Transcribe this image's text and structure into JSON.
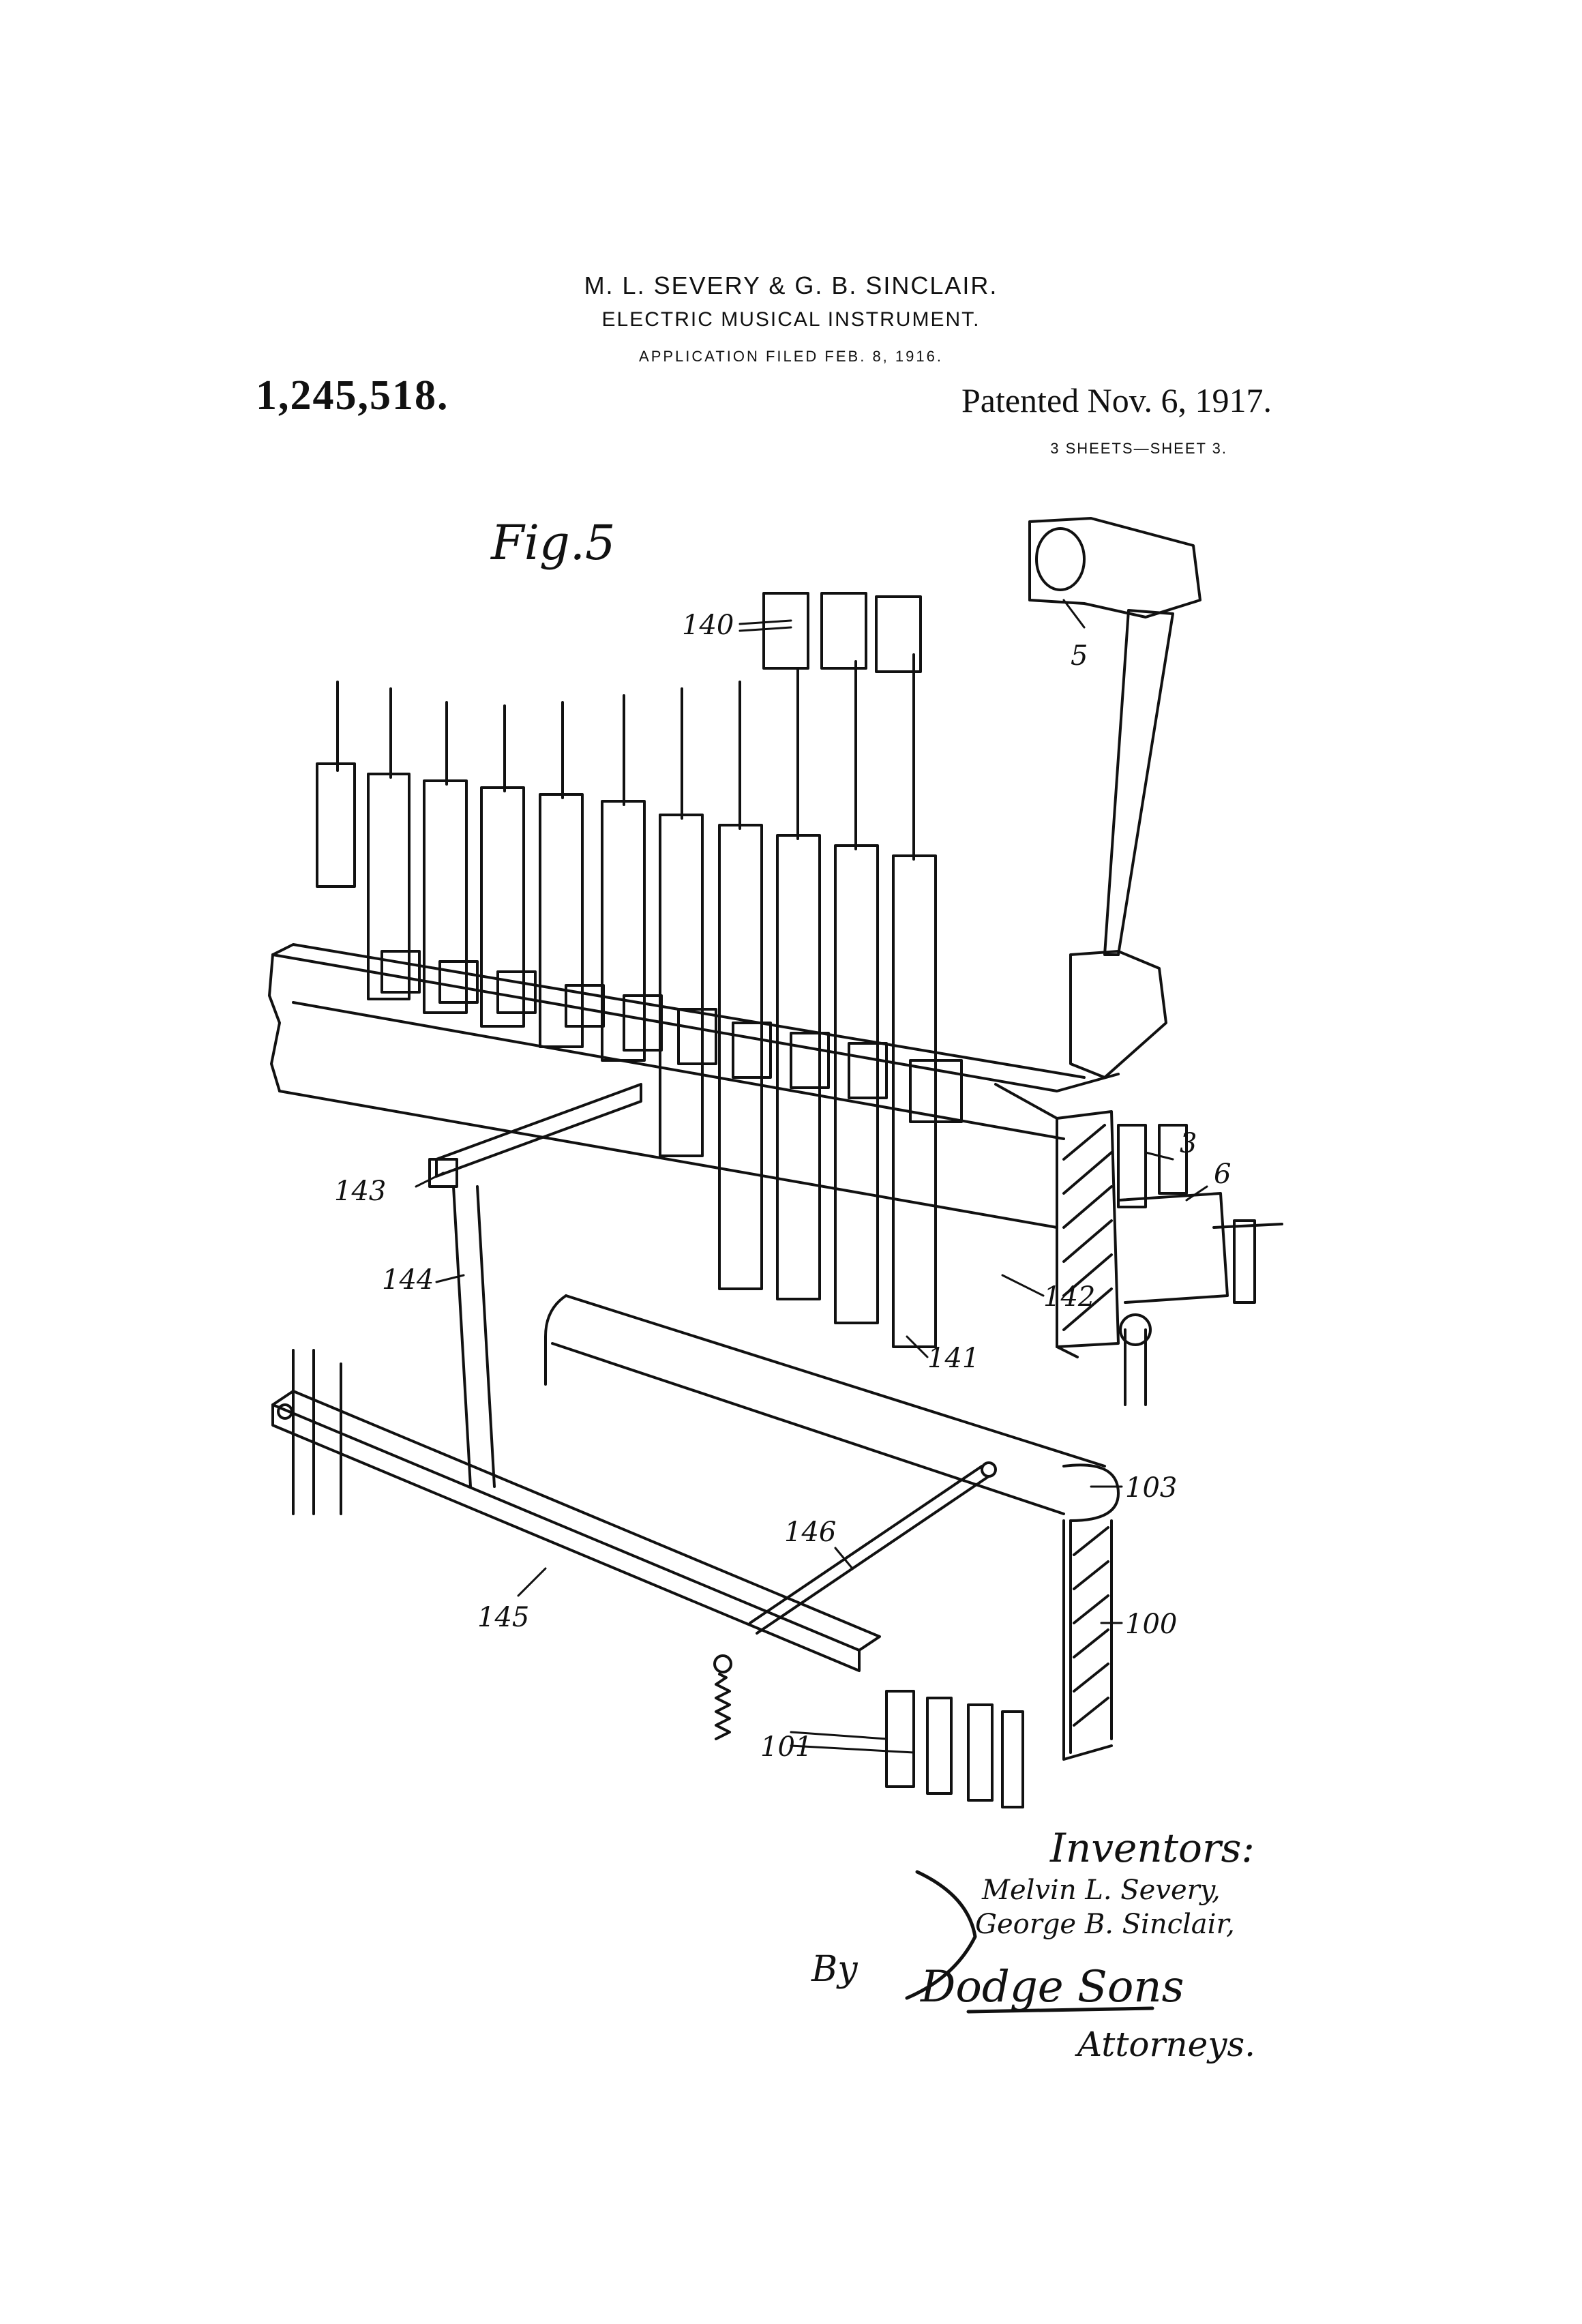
{
  "header": {
    "inventors_line": "M. L. SEVERY & G. B. SINCLAIR.",
    "title": "ELECTRIC MUSICAL INSTRUMENT.",
    "filed": "APPLICATION FILED FEB. 8, 1916.",
    "patent_number": "1,245,518.",
    "patented": "Patented Nov. 6, 1917.",
    "sheets": "3 SHEETS—SHEET 3."
  },
  "figure": {
    "label": "Fig.5",
    "reference_numerals": [
      "140",
      "5",
      "3",
      "6",
      "143",
      "144",
      "142",
      "141",
      "103",
      "146",
      "100",
      "145",
      "101"
    ]
  },
  "signature_block": {
    "heading": "Inventors:",
    "inventor_1": "Melvin L. Severy,",
    "inventor_2": "George B. Sinclair,",
    "by": "By",
    "attorney_signature": "Dodge Sons",
    "attorneys": "Attorneys."
  }
}
